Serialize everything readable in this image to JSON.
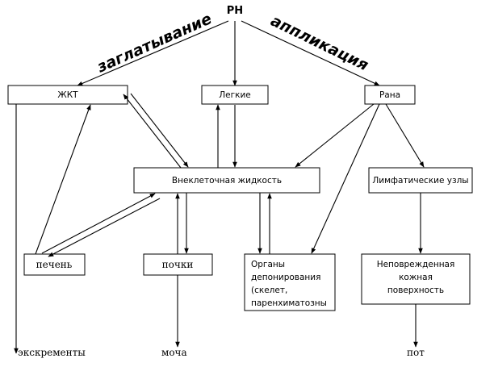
{
  "source": "PH",
  "routes": {
    "ingestion": "заглатывание",
    "application": "аппликация"
  },
  "nodes": {
    "gi_tract": "ЖКТ",
    "lungs": "Легкие",
    "wound": "Рана",
    "extracellular_fluid": "Внеклеточная жидкость",
    "lymph_nodes": "Лимфатические узлы",
    "liver": "печень",
    "kidneys": "почки",
    "depot_organs": [
      "Органы",
      "депонирования",
      "(скелет,",
      "паренхиматозны"
    ],
    "intact_skin": [
      "Неповрежденная",
      "кожная",
      "поверхность"
    ]
  },
  "outputs": {
    "excrement": "экскременты",
    "urine": "моча",
    "sweat": "пот"
  }
}
